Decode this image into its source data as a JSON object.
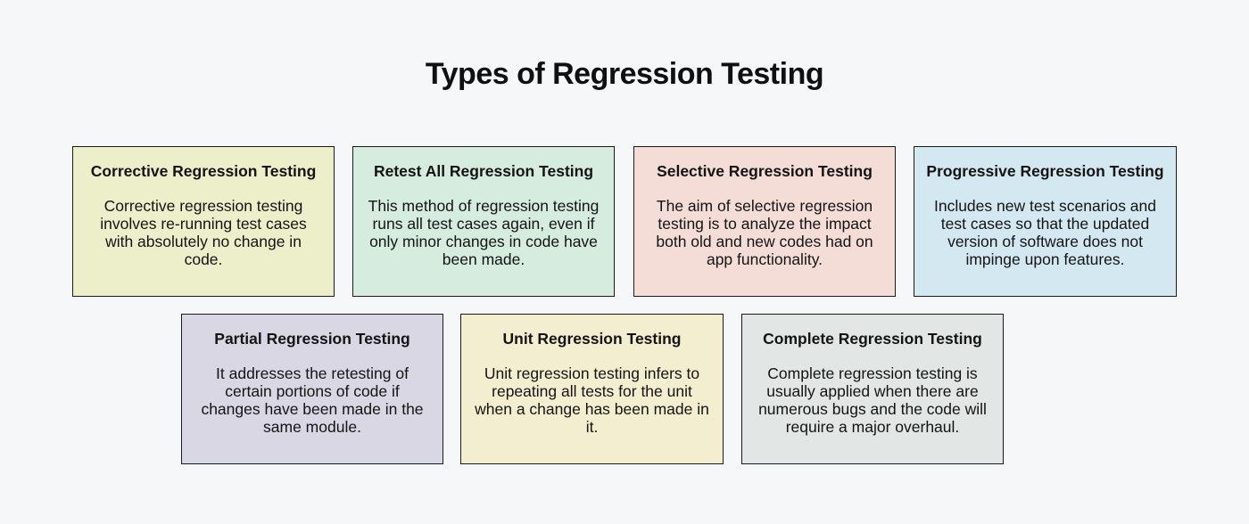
{
  "page": {
    "title": "Types of Regression Testing",
    "background": "#f5f7f9",
    "text_color": "#141414",
    "card_border_color": "#1a1a1a"
  },
  "cards": [
    {
      "title": "Corrective Regression Testing",
      "body": "Corrective regression testing involves re-running test cases with absolutely no change in code.",
      "bg": "#edefcb"
    },
    {
      "title": "Retest All Regression Testing",
      "body": "This method of regression testing runs all test cases again, even if only minor changes in code have been made.",
      "bg": "#d5ecdf"
    },
    {
      "title": "Selective Regression Testing",
      "body": "The aim of selective regression testing is to analyze the impact both old and new codes had on app functionality.",
      "bg": "#f4dcd7"
    },
    {
      "title": "Progressive Regression Testing",
      "body": "Includes new test scenarios and test cases so that the updated version of software does not impinge upon features.",
      "bg": "#d4e8f2"
    },
    {
      "title": "Partial Regression Testing",
      "body": "It addresses the retesting of certain portions of code if changes have been made in the same module.",
      "bg": "#d9d7e3"
    },
    {
      "title": "Unit Regression Testing",
      "body": "Unit regression testing infers to repeating all tests for the unit when a change has been made in it.",
      "bg": "#f2eecf"
    },
    {
      "title": "Complete Regression Testing",
      "body": "Complete regression testing is usually applied when there are numerous bugs and the code will require a major overhaul.",
      "bg": "#e2e6e5"
    }
  ]
}
